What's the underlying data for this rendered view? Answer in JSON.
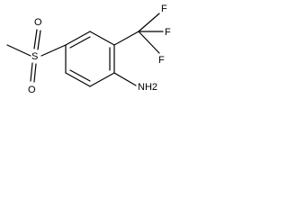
{
  "molecule": {
    "atoms": {
      "sulfur": "S",
      "oxygen_top": "O",
      "oxygen_bottom": "O",
      "fluorine_1": "F",
      "fluorine_2": "F",
      "fluorine_3": "F",
      "amine": "NH2"
    }
  }
}
